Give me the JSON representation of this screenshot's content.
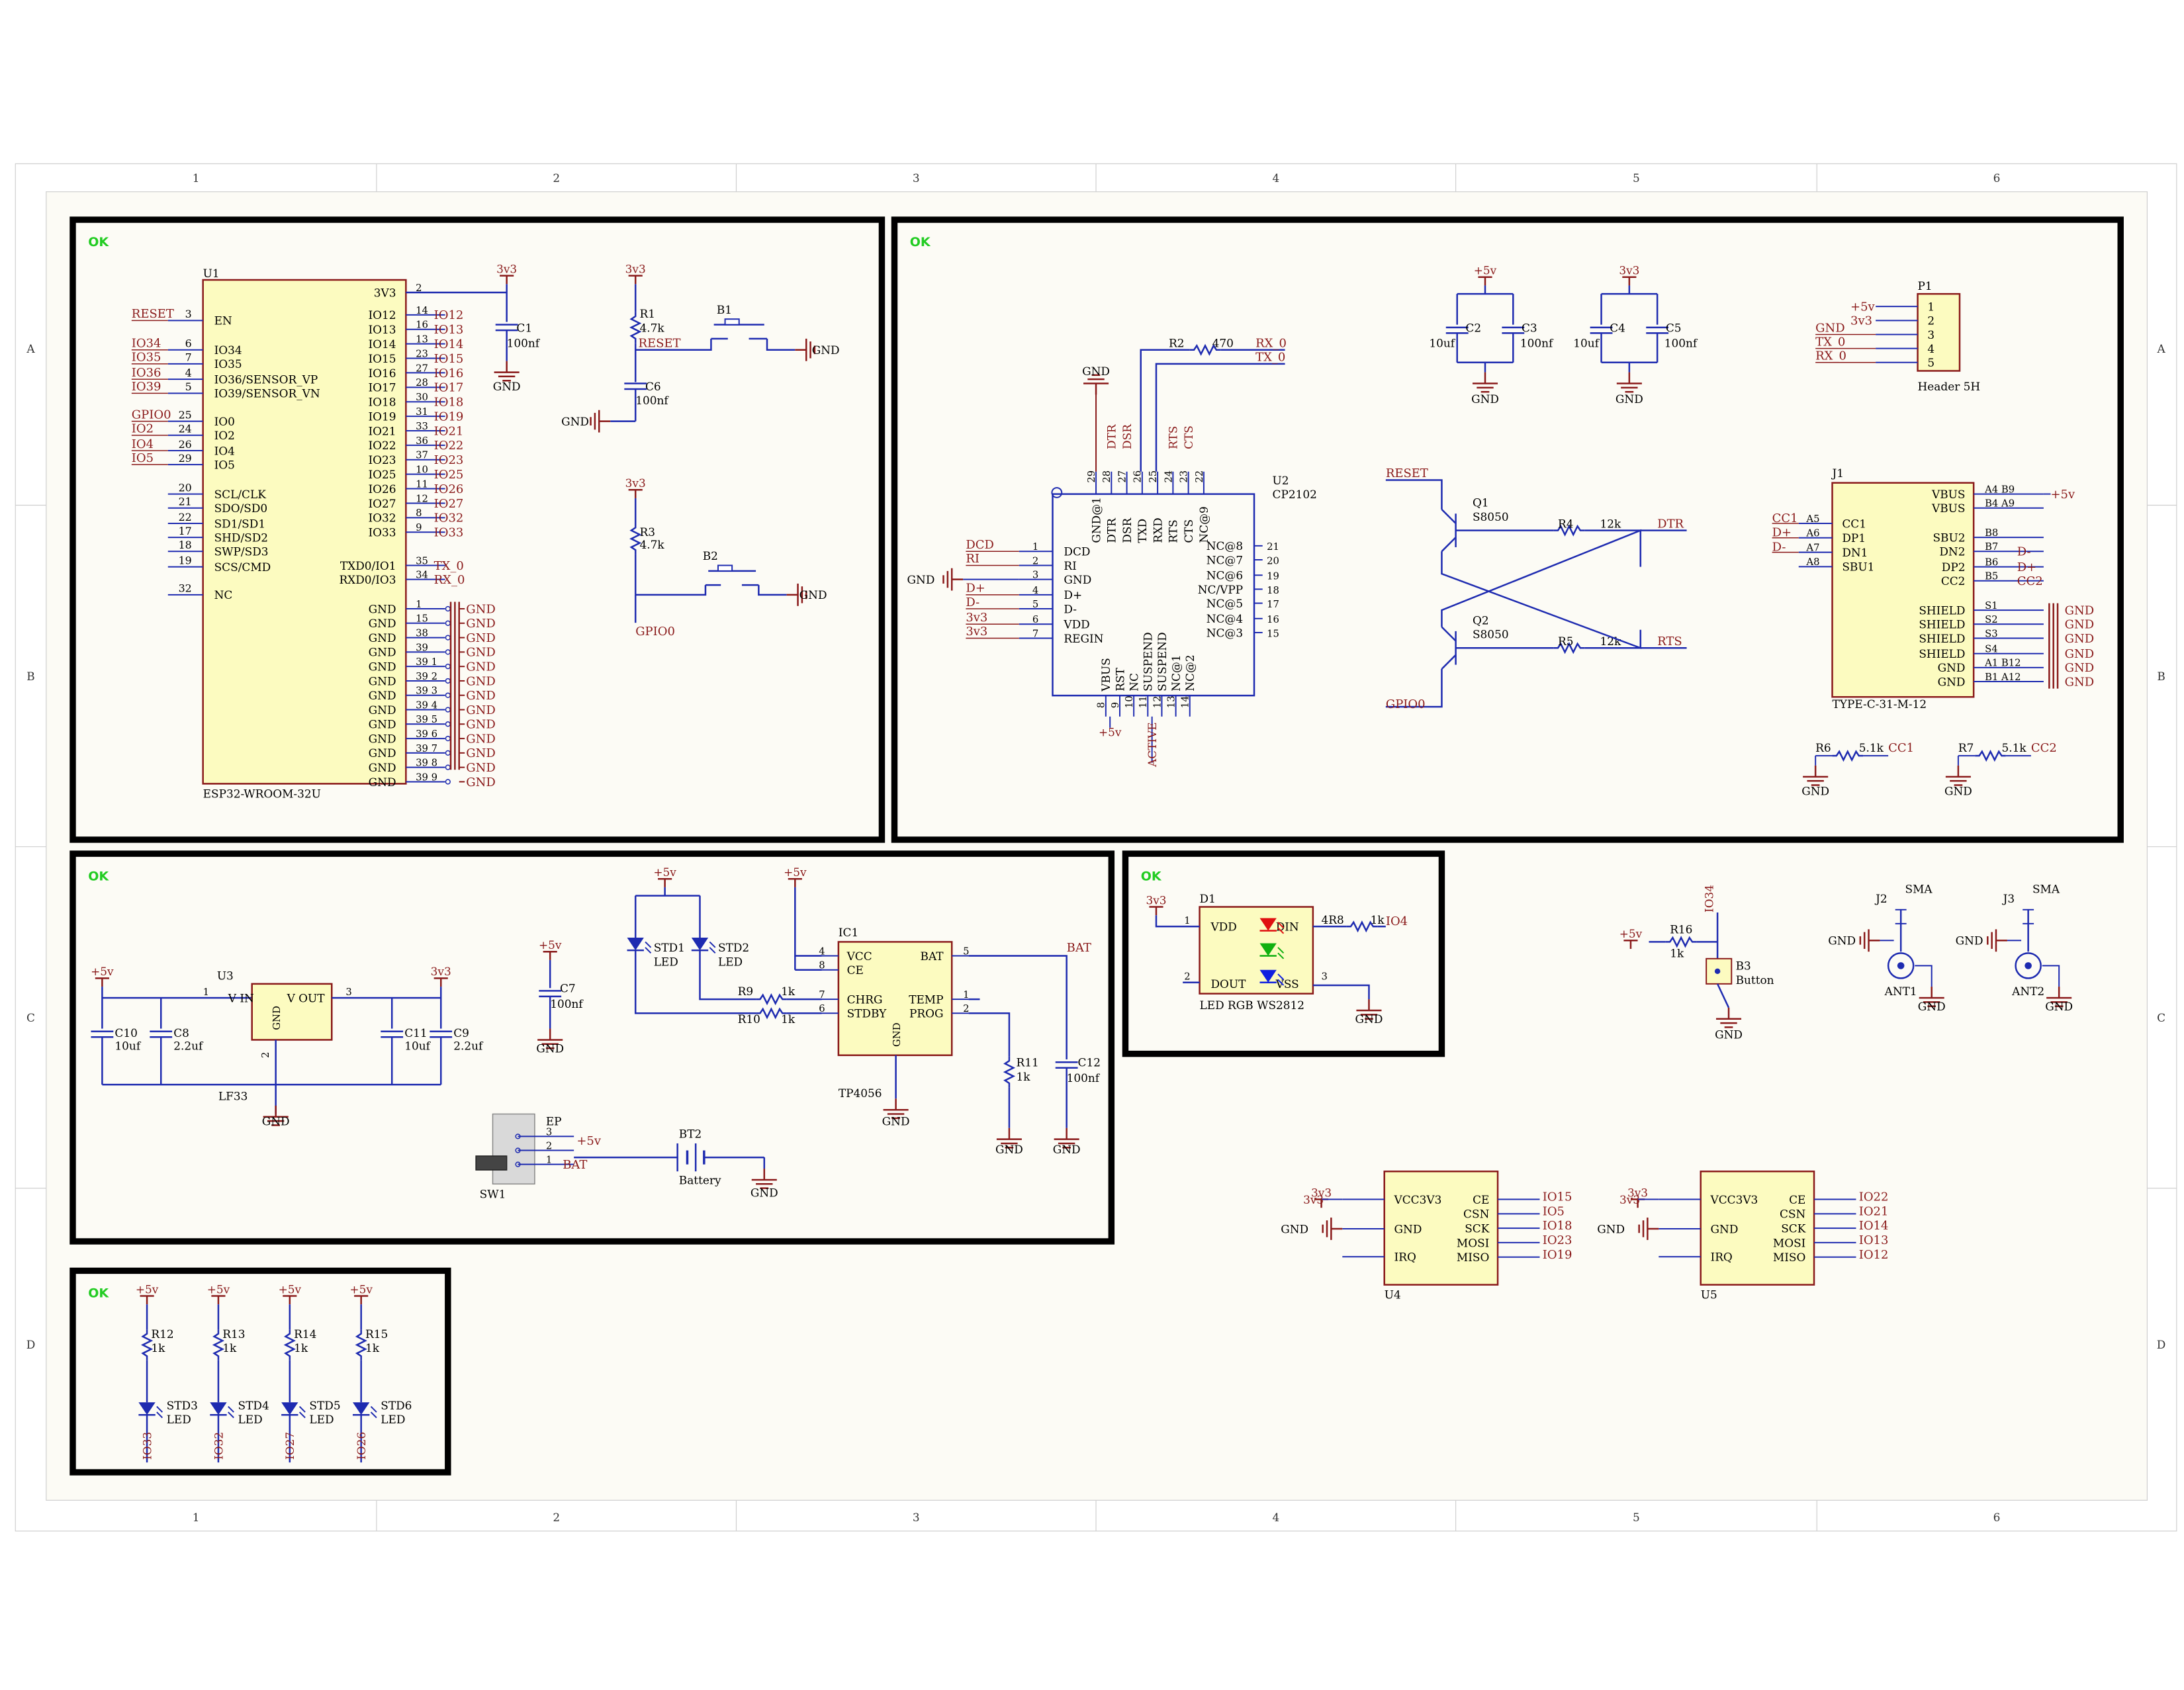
{
  "colors": {
    "wire": "#1e2bb0",
    "net": "#8a1a1a",
    "body": "#fcfbc0",
    "edge": "#8a1a1a",
    "ok": "#22cc22",
    "frame": "#000000",
    "paper": "#fcfbf5"
  },
  "zones": {
    "columns": [
      "1",
      "2",
      "3",
      "4",
      "5",
      "6"
    ],
    "rows": [
      "A",
      "B",
      "C",
      "D"
    ]
  },
  "ok_label": "OK",
  "esp32": {
    "ref": "U1",
    "part": "ESP32-WROOM-32U",
    "left_pins": [
      {
        "num": "3",
        "name": "EN",
        "net": "RESET"
      },
      {
        "num": "6",
        "name": "IO34",
        "net": "IO34"
      },
      {
        "num": "7",
        "name": "IO35",
        "net": "IO35"
      },
      {
        "num": "4",
        "name": "IO36/SENSOR_VP",
        "net": "IO36"
      },
      {
        "num": "5",
        "name": "IO39/SENSOR_VN",
        "net": "IO39"
      },
      {
        "num": "25",
        "name": "IO0",
        "net": "GPIO0"
      },
      {
        "num": "24",
        "name": "IO2",
        "net": "IO2"
      },
      {
        "num": "26",
        "name": "IO4",
        "net": "IO4"
      },
      {
        "num": "29",
        "name": "IO5",
        "net": "IO5"
      },
      {
        "num": "20",
        "name": "SCL/CLK",
        "net": ""
      },
      {
        "num": "21",
        "name": "SDO/SD0",
        "net": ""
      },
      {
        "num": "22",
        "name": "SD1/SD1",
        "net": ""
      },
      {
        "num": "17",
        "name": "SHD/SD2",
        "net": ""
      },
      {
        "num": "18",
        "name": "SWP/SD3",
        "net": ""
      },
      {
        "num": "19",
        "name": "SCS/CMD",
        "net": ""
      },
      {
        "num": "32",
        "name": "NC",
        "net": ""
      }
    ],
    "right_pins": [
      {
        "num": "2",
        "name": "3V3",
        "net": ""
      },
      {
        "num": "14",
        "name": "IO12",
        "net": "IO12"
      },
      {
        "num": "16",
        "name": "IO13",
        "net": "IO13"
      },
      {
        "num": "13",
        "name": "IO14",
        "net": "IO14"
      },
      {
        "num": "23",
        "name": "IO15",
        "net": "IO15"
      },
      {
        "num": "27",
        "name": "IO16",
        "net": "IO16"
      },
      {
        "num": "28",
        "name": "IO17",
        "net": "IO17"
      },
      {
        "num": "30",
        "name": "IO18",
        "net": "IO18"
      },
      {
        "num": "31",
        "name": "IO19",
        "net": "IO19"
      },
      {
        "num": "33",
        "name": "IO21",
        "net": "IO21"
      },
      {
        "num": "36",
        "name": "IO22",
        "net": "IO22"
      },
      {
        "num": "37",
        "name": "IO23",
        "net": "IO23"
      },
      {
        "num": "10",
        "name": "IO25",
        "net": "IO25"
      },
      {
        "num": "11",
        "name": "IO26",
        "net": "IO26"
      },
      {
        "num": "12",
        "name": "IO27",
        "net": "IO27"
      },
      {
        "num": "8",
        "name": "IO32",
        "net": "IO32"
      },
      {
        "num": "9",
        "name": "IO33",
        "net": "IO33"
      },
      {
        "num": "35",
        "name": "TXD0/IO1",
        "net": "TX_0"
      },
      {
        "num": "34",
        "name": "RXD0/IO3",
        "net": "RX_0"
      },
      {
        "num": "1",
        "name": "GND",
        "net": "GND"
      },
      {
        "num": "15",
        "name": "GND",
        "net": "GND"
      },
      {
        "num": "38",
        "name": "GND",
        "net": "GND"
      },
      {
        "num": "39",
        "name": "GND",
        "net": "GND"
      },
      {
        "num": "39_1",
        "name": "GND",
        "net": "GND"
      },
      {
        "num": "39_2",
        "name": "GND",
        "net": "GND"
      },
      {
        "num": "39_3",
        "name": "GND",
        "net": "GND"
      },
      {
        "num": "39_4",
        "name": "GND",
        "net": "GND"
      },
      {
        "num": "39_5",
        "name": "GND",
        "net": "GND"
      },
      {
        "num": "39_6",
        "name": "GND",
        "net": "GND"
      },
      {
        "num": "39_7",
        "name": "GND",
        "net": "GND"
      },
      {
        "num": "39_8",
        "name": "GND",
        "net": "GND"
      },
      {
        "num": "39_9",
        "name": "GND",
        "net": "GND"
      }
    ]
  },
  "cp2102": {
    "ref": "U2",
    "part": "CP2102",
    "left_pins": [
      {
        "num": "1",
        "name": "DCD",
        "net": "DCD"
      },
      {
        "num": "2",
        "name": "RI",
        "net": "RI"
      },
      {
        "num": "3",
        "name": "GND",
        "net": "GND"
      },
      {
        "num": "4",
        "name": "D+",
        "net": "D+"
      },
      {
        "num": "5",
        "name": "D-",
        "net": "D-"
      },
      {
        "num": "6",
        "name": "VDD",
        "net": "3v3"
      },
      {
        "num": "7",
        "name": "REGIN",
        "net": "3v3"
      }
    ],
    "top_pins": [
      {
        "num": "29",
        "name": "GND@1",
        "net": "GND"
      },
      {
        "num": "28",
        "name": "DTR",
        "net": "DTR"
      },
      {
        "num": "27",
        "name": "DSR",
        "net": "DSR"
      },
      {
        "num": "26",
        "name": "TXD",
        "net": ""
      },
      {
        "num": "25",
        "name": "RXD",
        "net": ""
      },
      {
        "num": "24",
        "name": "RTS",
        "net": "RTS"
      },
      {
        "num": "23",
        "name": "CTS",
        "net": "CTS"
      },
      {
        "num": "22",
        "name": "NC@9",
        "net": ""
      }
    ],
    "right_pins": [
      {
        "num": "21",
        "name": "NC@8"
      },
      {
        "num": "20",
        "name": "NC@7"
      },
      {
        "num": "19",
        "name": "NC@6"
      },
      {
        "num": "18",
        "name": "NC/VPP"
      },
      {
        "num": "17",
        "name": "NC@5"
      },
      {
        "num": "16",
        "name": "NC@4"
      },
      {
        "num": "15",
        "name": "NC@3"
      }
    ],
    "bottom_pins": [
      {
        "num": "8",
        "name": "VBUS",
        "net": "+5v"
      },
      {
        "num": "9",
        "name": "RST",
        "net": ""
      },
      {
        "num": "10",
        "name": "NC",
        "net": ""
      },
      {
        "num": "11",
        "name": "SUSPEND",
        "net": "ACTIVE"
      },
      {
        "num": "12",
        "name": "SUSPEND",
        "net": ""
      },
      {
        "num": "13",
        "name": "NC@1",
        "net": ""
      },
      {
        "num": "14",
        "name": "NC@2",
        "net": ""
      }
    ]
  },
  "usb": {
    "ref": "J1",
    "part": "TYPE-C-31-M-12",
    "left_pins": [
      {
        "num": "A5",
        "name": "CC1",
        "net": "CC1"
      },
      {
        "num": "A6",
        "name": "DP1",
        "net": "D+"
      },
      {
        "num": "A7",
        "name": "DN1",
        "net": "D-"
      },
      {
        "num": "A8",
        "name": "SBU1",
        "net": ""
      }
    ],
    "right_pins": [
      {
        "num": "A4_B9",
        "name": "VBUS",
        "net": "+5v"
      },
      {
        "num": "B4_A9",
        "name": "VBUS",
        "net": ""
      },
      {
        "num": "B8",
        "name": "SBU2",
        "net": ""
      },
      {
        "num": "B7",
        "name": "DN2",
        "net": "D-"
      },
      {
        "num": "B6",
        "name": "DP2",
        "net": "D+"
      },
      {
        "num": "B5",
        "name": "CC2",
        "net": "CC2"
      },
      {
        "num": "S1",
        "name": "SHIELD",
        "net": "GND"
      },
      {
        "num": "S2",
        "name": "SHIELD",
        "net": "GND"
      },
      {
        "num": "S3",
        "name": "SHIELD",
        "net": "GND"
      },
      {
        "num": "S4",
        "name": "SHIELD",
        "net": "GND"
      },
      {
        "num": "A1_B12",
        "name": "GND",
        "net": "GND"
      },
      {
        "num": "B1_A12",
        "name": "GND",
        "net": "GND"
      }
    ]
  },
  "header": {
    "ref": "P1",
    "part": "Header 5H",
    "pins": [
      "1",
      "2",
      "3",
      "4",
      "5"
    ],
    "nets": [
      "+5v",
      "3v3",
      "GND",
      "TX_0",
      "RX_0"
    ]
  },
  "transistors": [
    {
      "ref": "Q1",
      "part": "S8050",
      "in": "RESET",
      "out": "DTR",
      "res": "R4",
      "val": "12k"
    },
    {
      "ref": "Q2",
      "part": "S8050",
      "in": "GPIO0",
      "out": "RTS",
      "res": "R5",
      "val": "12k"
    }
  ],
  "res_r2": {
    "ref": "R2",
    "val": "470",
    "nets": [
      "RX_0",
      "TX_0"
    ]
  },
  "caps_top": [
    {
      "ref": "C2",
      "val": "10uf"
    },
    {
      "ref": "C3",
      "val": "100nf"
    },
    {
      "ref": "C4",
      "val": "10uf"
    },
    {
      "ref": "C5",
      "val": "100nf"
    }
  ],
  "cc_res": [
    {
      "ref": "R6",
      "val": "5.1k",
      "net": "CC1"
    },
    {
      "ref": "R7",
      "val": "5.1k",
      "net": "CC2"
    }
  ],
  "reset_block": {
    "r1": "R1",
    "r1v": "4.7k",
    "c6": "C6",
    "c6v": "100nf",
    "b1": "B1",
    "net": "RESET",
    "c1": "C1",
    "c1v": "100nf"
  },
  "boot_block": {
    "r3": "R3",
    "r3v": "4.7k",
    "b2": "B2",
    "net": "GPIO0"
  },
  "power": {
    "u3": "U3",
    "part": "LF33",
    "vin": "V IN",
    "vout": "V OUT",
    "gnd": "GND",
    "caps": [
      {
        "ref": "C10",
        "val": "10uf"
      },
      {
        "ref": "C8",
        "val": "2.2uf"
      },
      {
        "ref": "C11",
        "val": "10uf"
      },
      {
        "ref": "C9",
        "val": "2.2uf"
      }
    ],
    "c7": "C7",
    "c7v": "100nf"
  },
  "charger": {
    "ref": "IC1",
    "part": "TP4056",
    "pins_left": [
      "VCC",
      "CE",
      "CHRG",
      "STDBY"
    ],
    "pins_right": [
      "BAT",
      "TEMP",
      "PROG"
    ],
    "gnd": "GND",
    "r9": "R9",
    "r10": "R10",
    "rv": "1k",
    "r11": "R11",
    "r11v": "1k",
    "c12": "C12",
    "c12v": "100nf",
    "std1": "STD1",
    "std2": "STD2",
    "led": "LED",
    "bat": "BAT"
  },
  "switch": {
    "ref": "SW1",
    "ep": "EP",
    "bt": "BT2",
    "battery": "Battery",
    "bat": "BAT"
  },
  "ws2812": {
    "ref": "D1",
    "part": "LED RGB WS2812",
    "vdd": "VDD",
    "din": "DIN",
    "dout": "DOUT",
    "vss": "VSS",
    "res": "4R8",
    "val": "1k",
    "net": "IO4"
  },
  "leds": [
    {
      "ref": "STD3",
      "r": "R12",
      "net": "IO33"
    },
    {
      "ref": "STD4",
      "r": "R13",
      "net": "IO32"
    },
    {
      "ref": "STD5",
      "r": "R14",
      "net": "IO27"
    },
    {
      "ref": "STD6",
      "r": "R15",
      "net": "IO26"
    }
  ],
  "button3": {
    "ref": "B3",
    "part": "Button",
    "r": "R16",
    "val": "1k",
    "net": "IO34"
  },
  "antennas": [
    {
      "ref": "J2",
      "ant": "ANT1",
      "part": "SMA"
    },
    {
      "ref": "J3",
      "ant": "ANT2",
      "part": "SMA"
    }
  ],
  "nrf": [
    {
      "ref": "U4",
      "nets": [
        "IO15",
        "IO5",
        "IO18",
        "IO23",
        "IO19"
      ]
    },
    {
      "ref": "U5",
      "nets": [
        "IO22",
        "IO21",
        "IO14",
        "IO13",
        "IO12"
      ]
    }
  ],
  "nrf_pins": {
    "left": [
      "VCC3V3",
      "GND",
      "IRQ"
    ],
    "right": [
      "CE",
      "CSN",
      "SCK",
      "MOSI",
      "MISO"
    ]
  },
  "labels": {
    "gnd": "GND",
    "v33": "3v3",
    "v5": "+5v",
    "res_1k": "1k",
    "led": "LED"
  }
}
